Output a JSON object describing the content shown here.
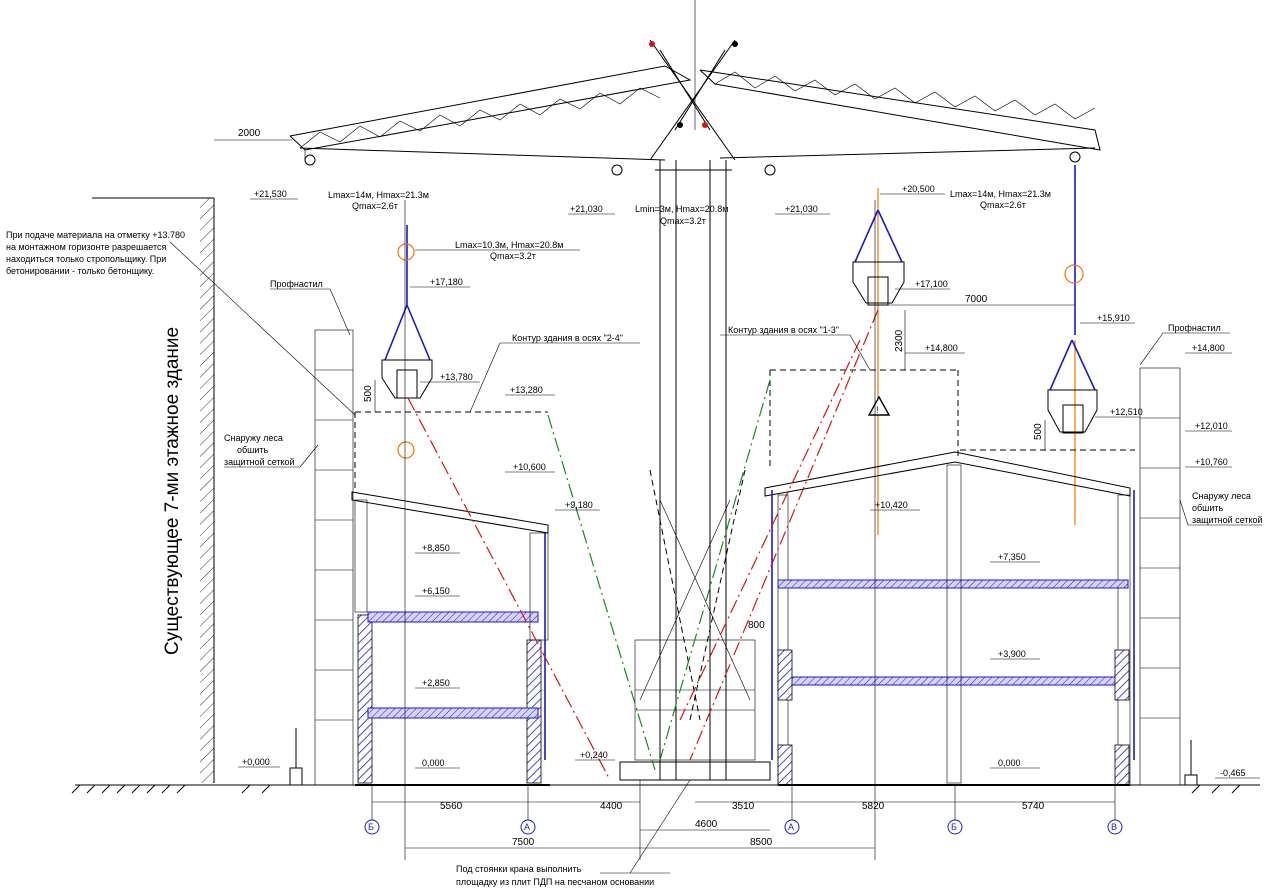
{
  "title_vertical": "Существующее 7-ми этажное здание",
  "colors": {
    "line": "#000000",
    "blue": "#1a1ac8",
    "red": "#d01818",
    "green": "#1a8a1a",
    "orange": "#f07800"
  },
  "notes": {
    "left_note": [
      "При подаче материала на отметку +13.780",
      "на монтажном горизонте разрешается",
      "находиться только стропольщику. При",
      "бетонировании - только бетонщику."
    ],
    "bottom_note": [
      "Под стоянки крана выполнить",
      "площадку из плит ПДП на песчаном основании"
    ]
  },
  "labels": {
    "profnastil_left": "Профнастил",
    "profnastil_right": "Профнастил",
    "contour_24": "Контур здания в осях \"2-4\"",
    "contour_13": "Контур здания в осях \"1-3\"",
    "lesa_left": [
      "Снаружу леса",
      "обшить",
      "защитной сеткой"
    ],
    "lesa_right": [
      "Снаружу леса",
      "обшить",
      "защитной сеткой"
    ]
  },
  "crane": {
    "left_spec": [
      "Lmax=14м, Hmax=21.3м",
      "Qmax=2.6т"
    ],
    "mid_spec": [
      "Lmax=10.3м, Hmax=20.8м",
      "Qmax=3.2т"
    ],
    "center_spec": [
      "Lmin=3м, Hmax=20.8м",
      "Qmax=3.2т"
    ],
    "right_spec": [
      "Lmax=14м, Hmax=21.3м",
      "Qmax=2.6т"
    ]
  },
  "elevations": {
    "e21530": "+21,530",
    "e21030a": "+21,030",
    "e21030b": "+21,030",
    "e20500": "+20,500",
    "e17180": "+17,180",
    "e17100": "+17,100",
    "e15910": "+15,910",
    "e14800a": "+14,800",
    "e14800b": "+14,800",
    "e13780": "+13,780",
    "e13280": "+13,280",
    "e12510": "+12,510",
    "e12010": "+12,010",
    "e10760": "+10,760",
    "e10600": "+10,600",
    "e10420": "+10,420",
    "e9180": "+9,180",
    "e8850": "+8,850",
    "e7350": "+7,350",
    "e6150": "+6,150",
    "e3900": "+3,900",
    "e2850": "+2,850",
    "e0240": "+0,240",
    "e0000a": "+0,000",
    "e0000b": "0,000",
    "e0000c": "0,000",
    "em0465": "-0,465"
  },
  "dimensions": {
    "d2000": "2000",
    "d7000": "7000",
    "d2300": "2300",
    "d500a": "500",
    "d500b": "500",
    "d800": "800",
    "d5560": "5560",
    "d4400": "4400",
    "d3510": "3510",
    "d5820": "5820",
    "d5740": "5740",
    "d7500": "7500",
    "d4600": "4600",
    "d8500": "8500"
  },
  "axes": {
    "a1": "Б",
    "a2": "А",
    "a3": "А",
    "a4": "Б",
    "a5": "В"
  }
}
